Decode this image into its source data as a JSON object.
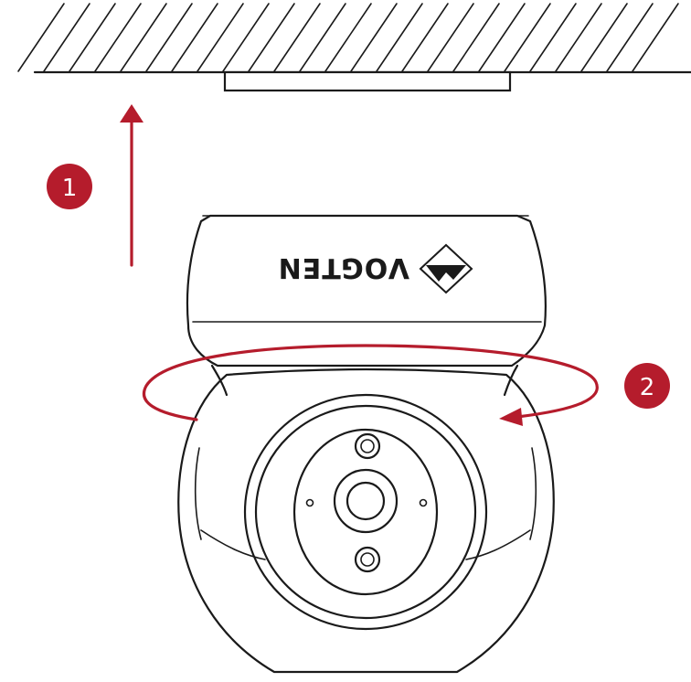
{
  "colors": {
    "accent": "#b51c2c",
    "line": "#1a1a1a",
    "background": "#ffffff"
  },
  "steps": [
    {
      "number": "1"
    },
    {
      "number": "2"
    }
  ],
  "brand": {
    "name": "VOGTEN",
    "icon": "mountain-logo-icon"
  }
}
